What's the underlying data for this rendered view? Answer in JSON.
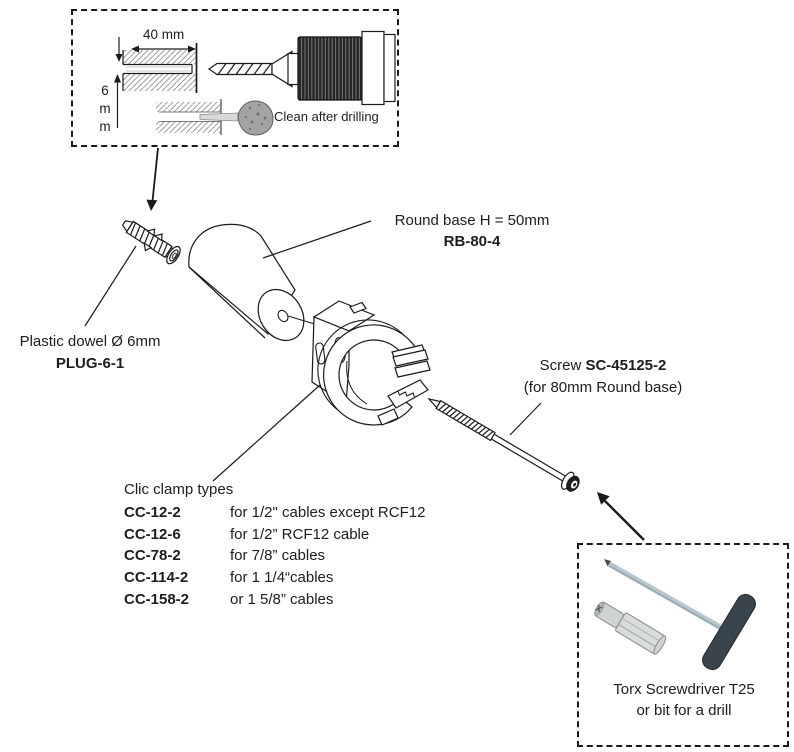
{
  "diagram": {
    "drill_inset": {
      "depth_label": "40 mm",
      "diameter_label": "6\nm\nm",
      "clean_label": "Clean after drilling"
    },
    "dowel": {
      "line1": "Plastic dowel Ø 6mm",
      "code": "PLUG-6-1"
    },
    "round_base": {
      "line1": "Round base H = 50mm",
      "code": "RB-80-4"
    },
    "screw": {
      "prefix": "Screw ",
      "code": "SC-45125-2",
      "line2": "(for 80mm Round base)"
    },
    "clamp_types": {
      "title": "Clic clamp types",
      "rows": [
        {
          "code": "CC-12-2",
          "desc": "for 1/2\" cables except RCF12"
        },
        {
          "code": "CC-12-6",
          "desc": "for 1/2” RCF12 cable"
        },
        {
          "code": "CC-78-2",
          "desc": "for 7/8” cables"
        },
        {
          "code": "CC-114-2",
          "desc": "for 1 1/4“cables"
        },
        {
          "code": "CC-158-2",
          "desc": "or 1 5/8” cables"
        }
      ]
    },
    "torx_inset": {
      "line1": "Torx Screwdriver T25",
      "line2": "or bit for a drill"
    },
    "colors": {
      "line": "#1a1a1a",
      "handle": "#3a444c",
      "shaft": "#b9c6cd",
      "hatch": "#8f8f8f"
    }
  }
}
